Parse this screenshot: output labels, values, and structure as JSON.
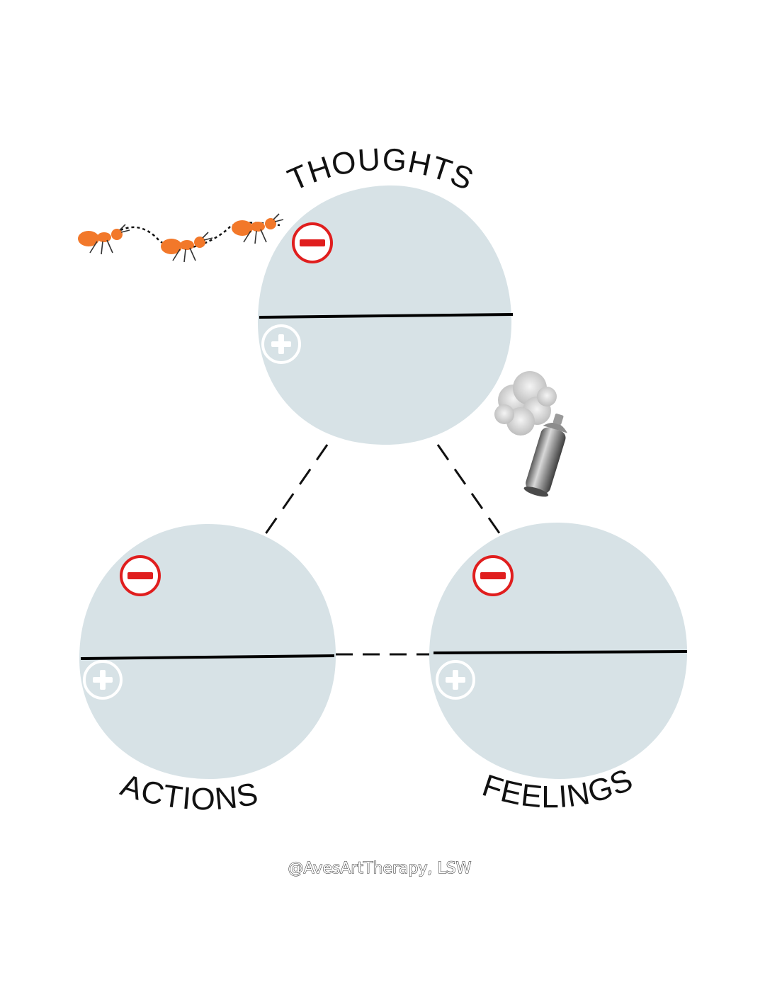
{
  "labels": {
    "thoughts": "THOUGHTS",
    "actions": "ACTIONS",
    "feelings": "FEELINGS"
  },
  "credit": "@AvesArtTherapy, LSW",
  "icons": {
    "negative": "minus-circle-icon",
    "positive": "plus-circle-icon",
    "ants": "ant-icon",
    "spray": "spray-can-icon"
  },
  "colors": {
    "circle_fill": "#d7e2e6",
    "negative": "#e01e1e",
    "positive": "#ffffff",
    "ant": "#f2782a",
    "divider": "#000000"
  }
}
